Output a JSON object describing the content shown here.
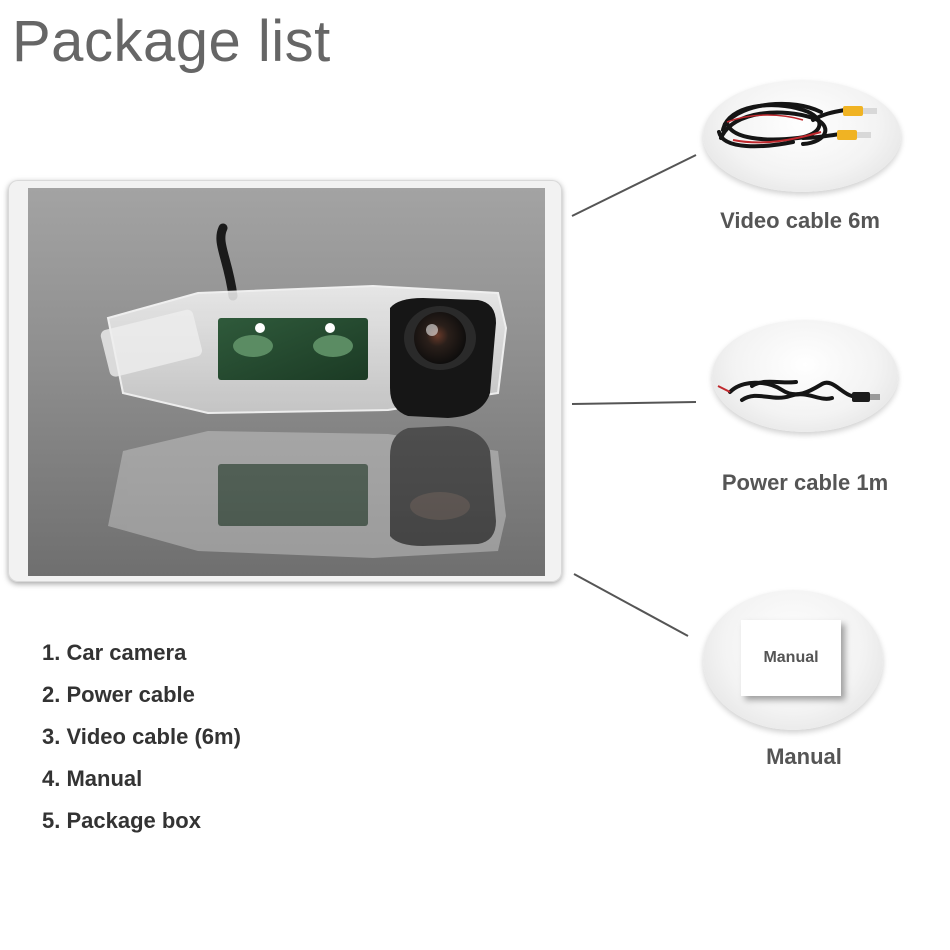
{
  "title": "Package list",
  "thumbnails": {
    "video_cable": {
      "caption": "Video cable 6m"
    },
    "power_cable": {
      "caption": "Power cable 1m"
    },
    "manual": {
      "card_text": "Manual",
      "caption": "Manual"
    }
  },
  "package_items": [
    "1. Car camera",
    "2. Power cable",
    "3. Video cable (6m)",
    "4. Manual",
    "5. Package box"
  ],
  "colors": {
    "title": "#666666",
    "caption": "#555555",
    "list_text": "#333333",
    "rca_yellow": "#f0b323",
    "cable_red": "#c0282d"
  }
}
